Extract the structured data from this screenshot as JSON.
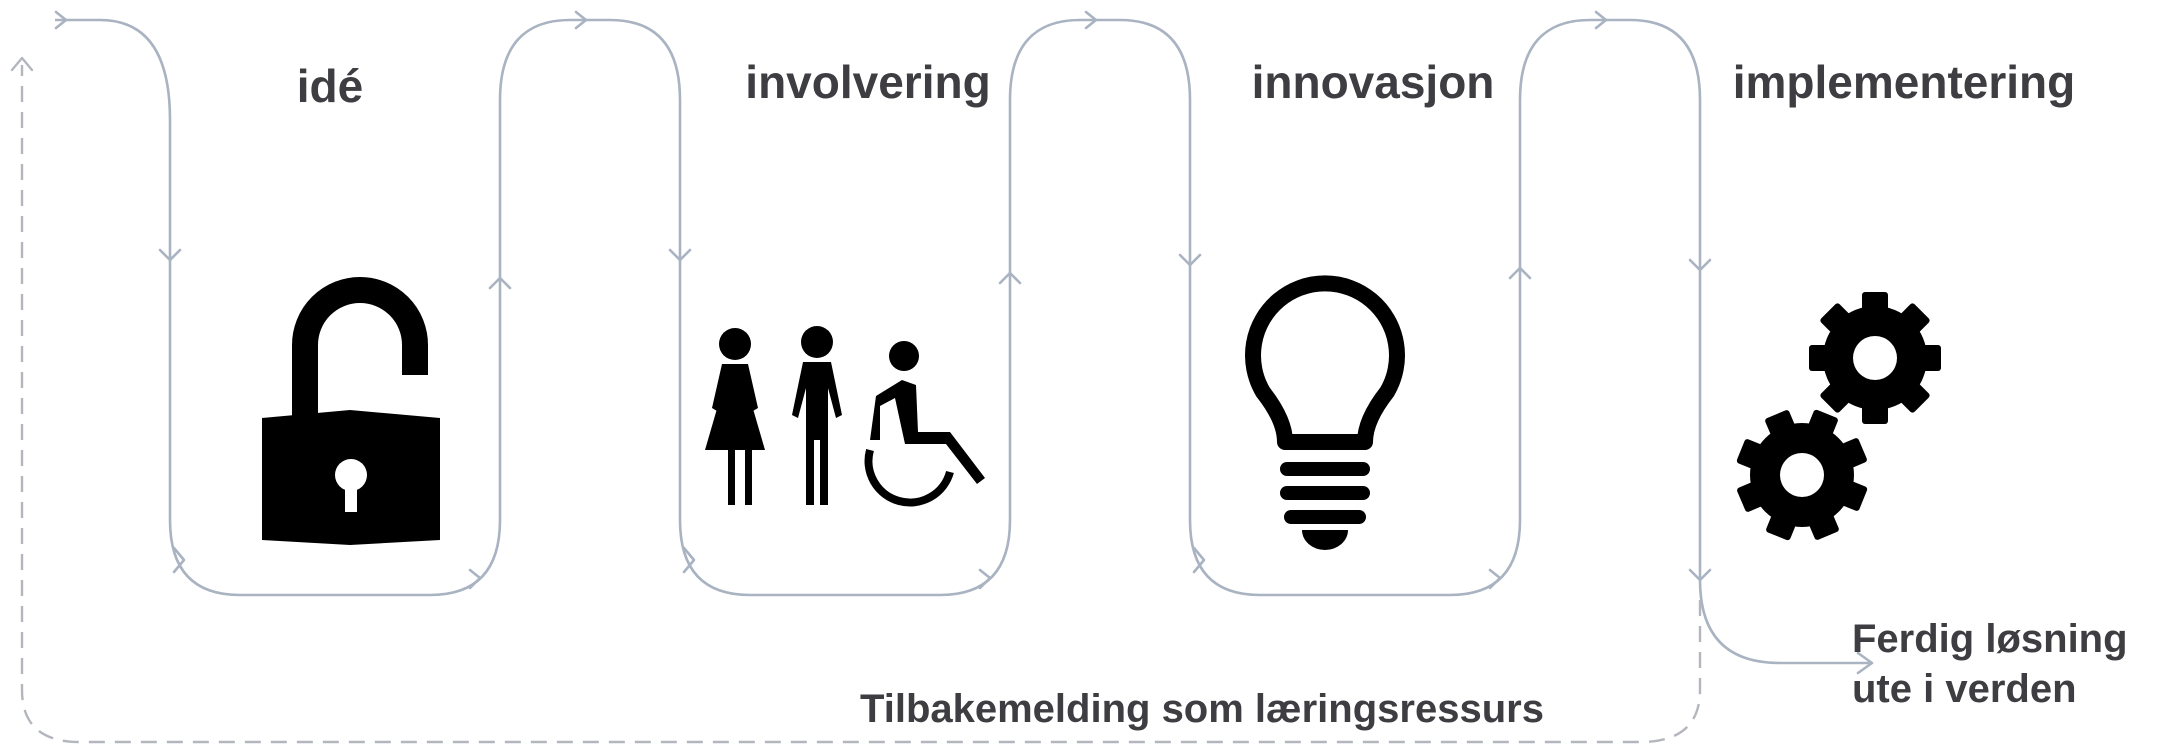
{
  "stages": [
    {
      "title": "idé",
      "icon": "open-padlock-icon"
    },
    {
      "title": "involvering",
      "icon": "people-accessibility-icon"
    },
    {
      "title": "innovasjon",
      "icon": "lightbulb-icon"
    },
    {
      "title": "implementering",
      "icon": "gears-icon"
    }
  ],
  "outcome": {
    "line1": "Ferdig løsning",
    "line2": "ute i verden"
  },
  "feedback_label": "Tilbakemelding som læringsressurs",
  "colors": {
    "flow_line": "#a9b3c1",
    "dashed_line": "#b3b7bd",
    "text": "#3d3d42",
    "icons": "#000000"
  }
}
